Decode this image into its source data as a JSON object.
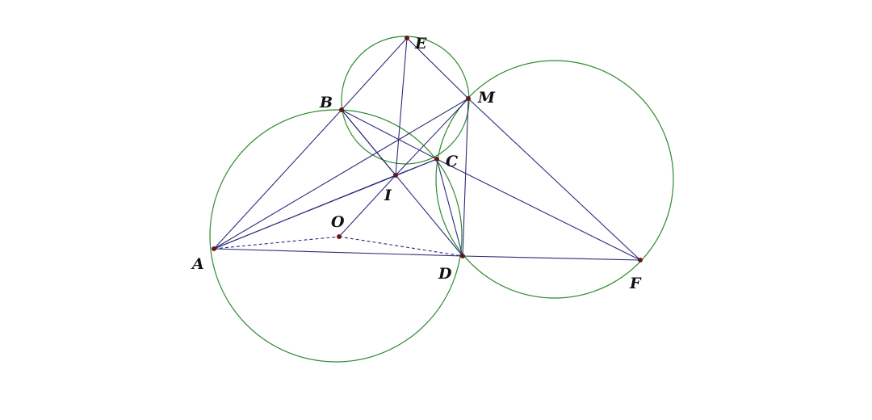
{
  "points": [
    {
      "id": "A",
      "label": "A"
    },
    {
      "id": "B",
      "label": "B"
    },
    {
      "id": "C",
      "label": "C"
    },
    {
      "id": "D",
      "label": "D"
    },
    {
      "id": "E",
      "label": "E"
    },
    {
      "id": "F",
      "label": "F"
    },
    {
      "id": "I",
      "label": "I"
    },
    {
      "id": "M",
      "label": "M"
    },
    {
      "id": "O",
      "label": "O"
    }
  ],
  "circles": [
    {
      "name": "circle-abcd",
      "through": [
        "A",
        "B",
        "C",
        "D"
      ]
    },
    {
      "name": "circle-ebcm",
      "through": [
        "E",
        "B",
        "C",
        "M"
      ]
    },
    {
      "name": "circle-mcdf",
      "through": [
        "M",
        "C",
        "D",
        "F"
      ]
    }
  ],
  "segments": [
    {
      "from": "A",
      "to": "B"
    },
    {
      "from": "B",
      "to": "E"
    },
    {
      "from": "A",
      "to": "D"
    },
    {
      "from": "D",
      "to": "F"
    },
    {
      "from": "E",
      "to": "M"
    },
    {
      "from": "M",
      "to": "F"
    },
    {
      "from": "B",
      "to": "C"
    },
    {
      "from": "C",
      "to": "F"
    },
    {
      "from": "A",
      "to": "M"
    },
    {
      "from": "A",
      "to": "C"
    },
    {
      "from": "A",
      "to": "I"
    },
    {
      "from": "B",
      "to": "I"
    },
    {
      "from": "B",
      "to": "D"
    },
    {
      "from": "E",
      "to": "I"
    },
    {
      "from": "I",
      "to": "M"
    },
    {
      "from": "I",
      "to": "C"
    },
    {
      "from": "O",
      "to": "I"
    },
    {
      "from": "C",
      "to": "D"
    },
    {
      "from": "M",
      "to": "D"
    },
    {
      "from": "A",
      "to": "O"
    },
    {
      "from": "O",
      "to": "D"
    }
  ],
  "colors": {
    "circle": "#2f8a2f",
    "segment": "#2c2c7a",
    "point": "#7a1010",
    "label": "#111111"
  }
}
